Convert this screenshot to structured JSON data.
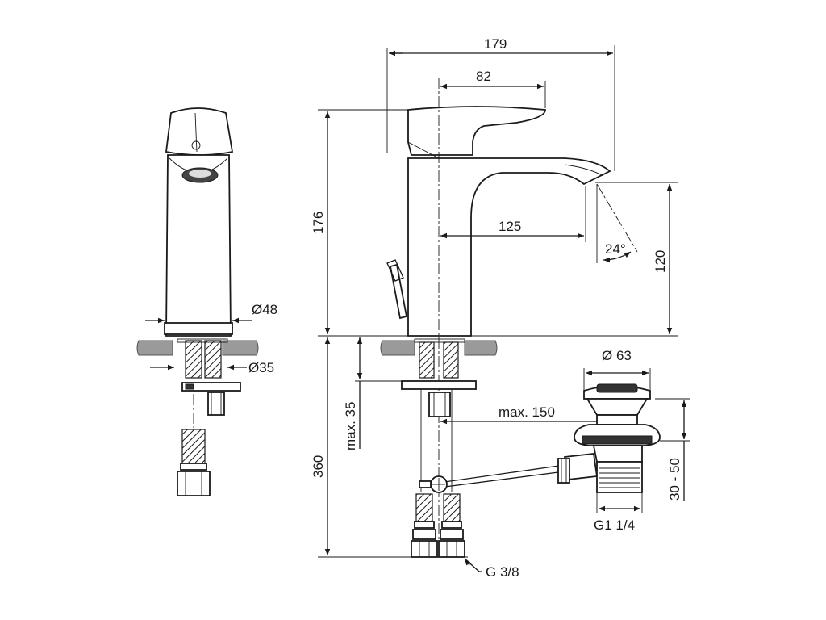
{
  "labels": {
    "width_total": "179",
    "width_lever": "82",
    "height_total": "176",
    "spout_reach": "125",
    "spout_angle": "24°",
    "spout_height": "120",
    "dia_body": "Ø48",
    "dia_thread": "Ø35",
    "waste_dia": "Ø 63",
    "counter_max": "max. 35",
    "pull_rod_max": "max. 150",
    "below_counter": "360",
    "waste_range": "30 - 50",
    "waste_thread": "G1 1/4",
    "hose_thread": "G 3/8"
  }
}
